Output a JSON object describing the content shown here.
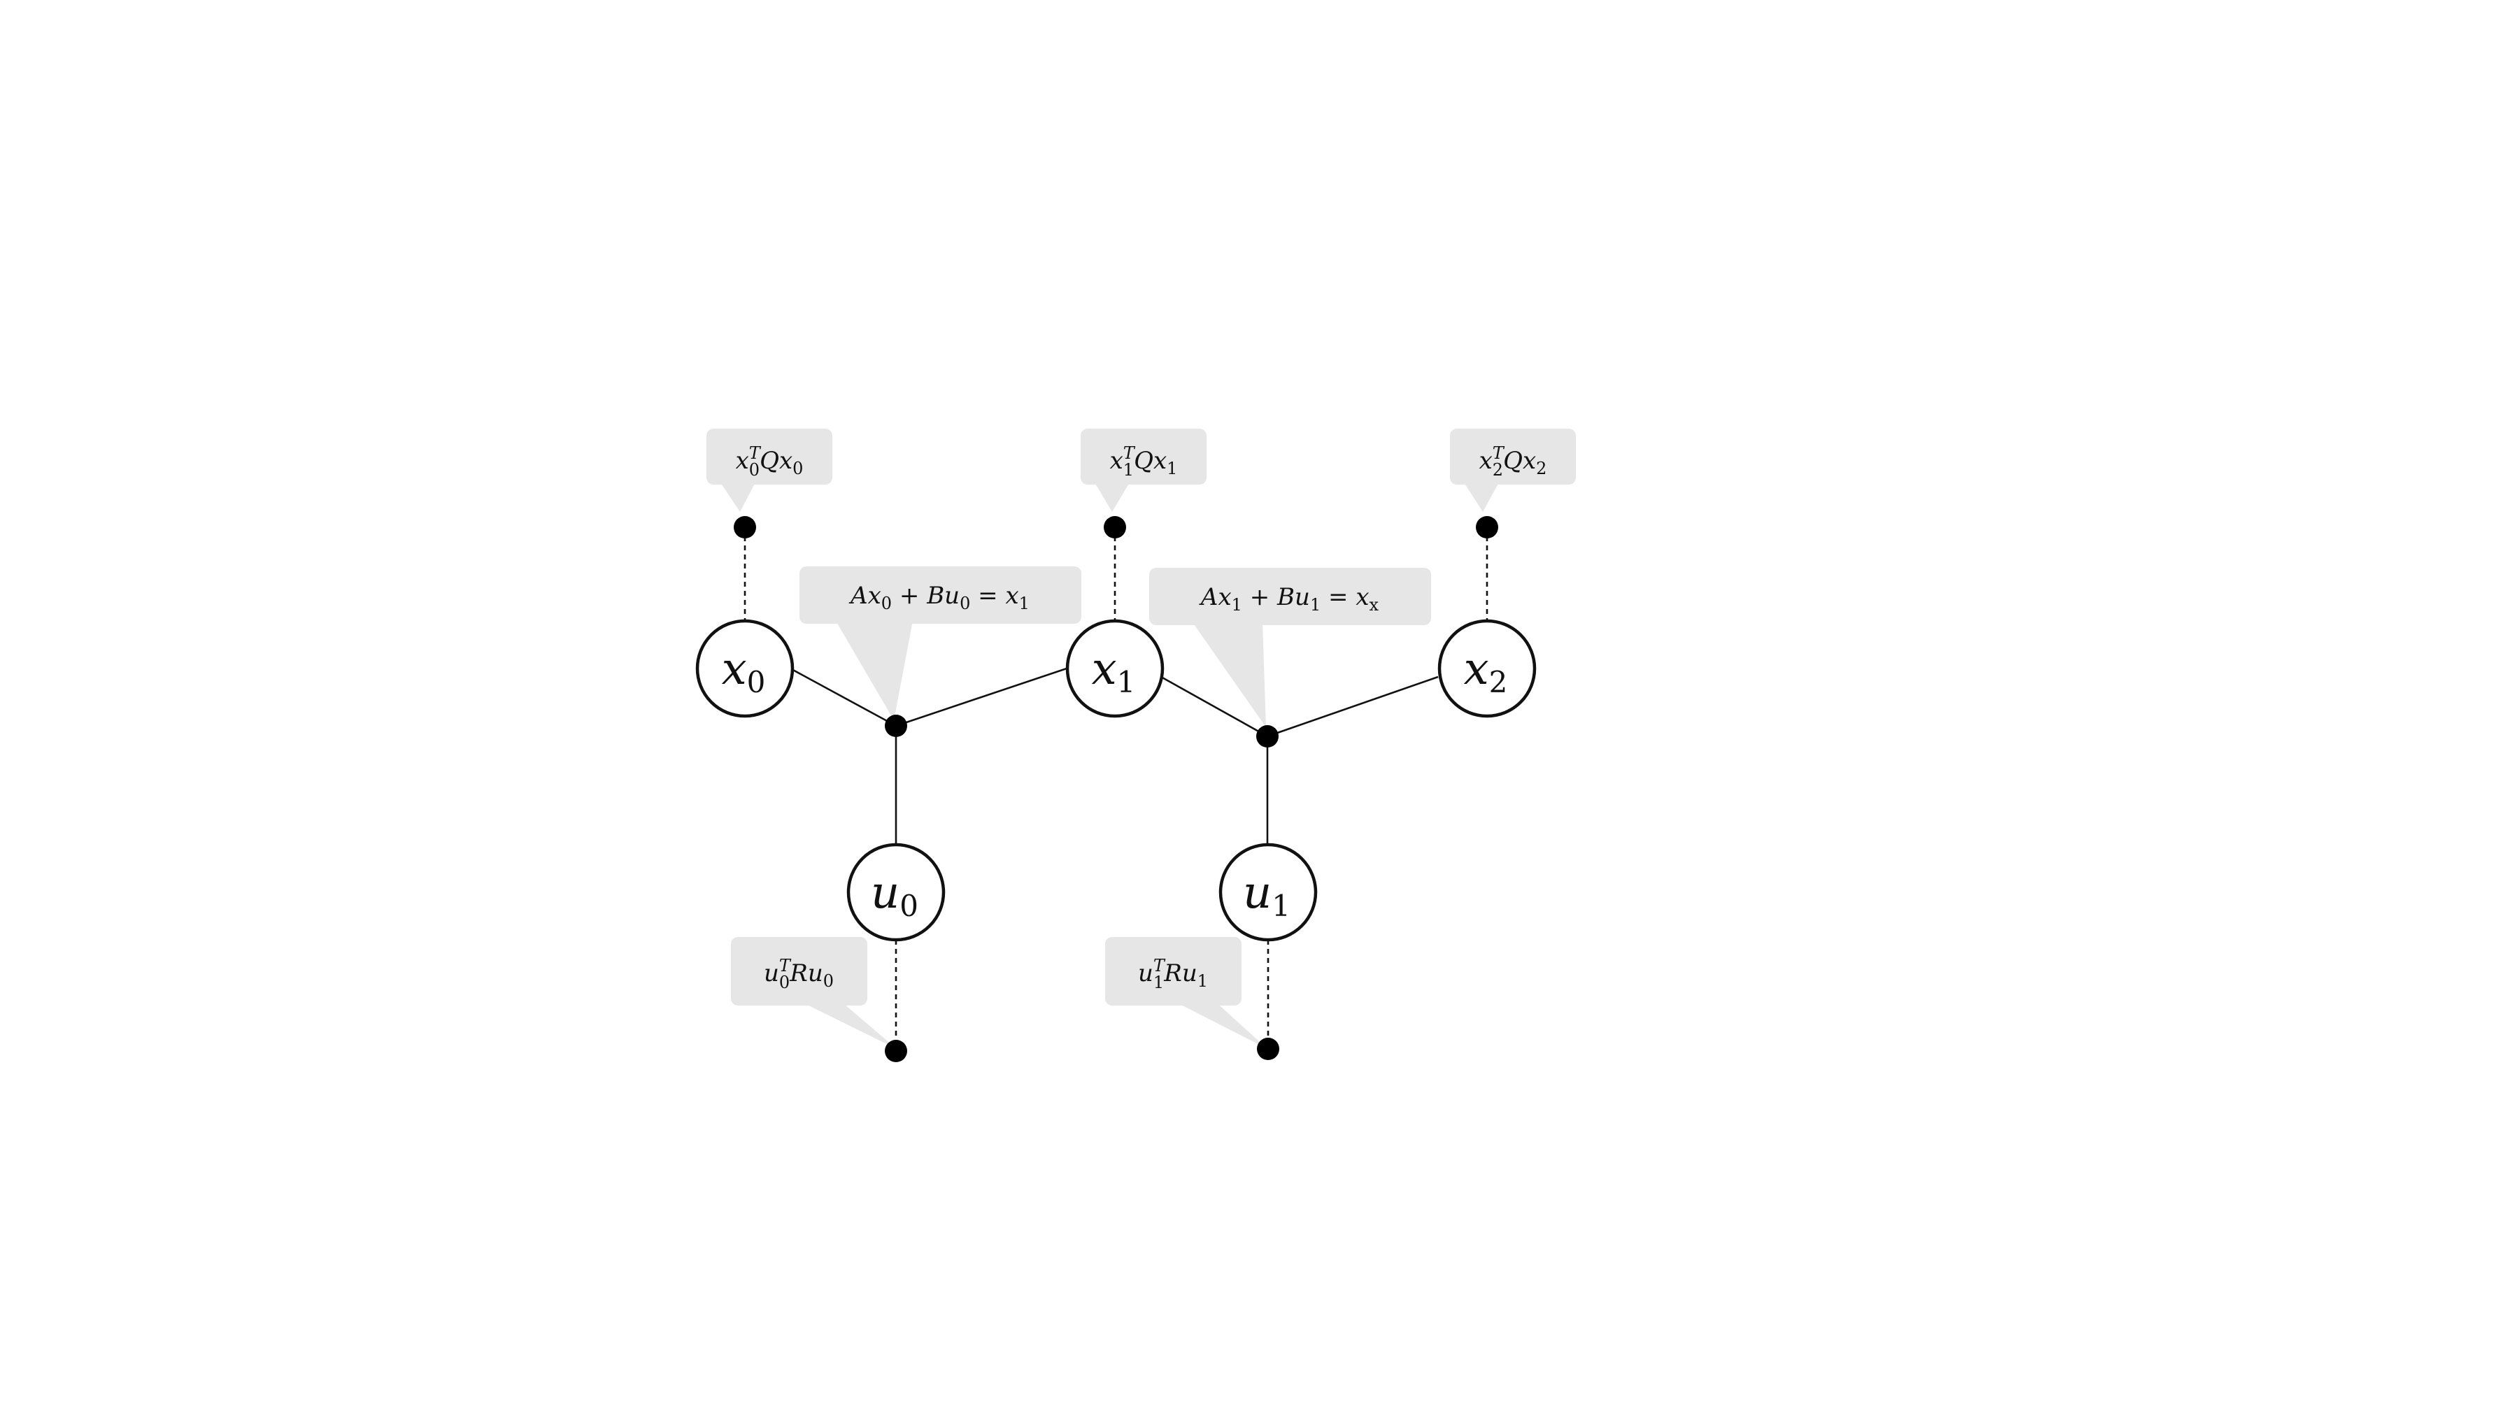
{
  "nodes": {
    "x0": {
      "base": "x",
      "sub": "0"
    },
    "x1": {
      "base": "x",
      "sub": "1"
    },
    "x2": {
      "base": "x",
      "sub": "2"
    },
    "u0": {
      "base": "u",
      "sub": "0"
    },
    "u1": {
      "base": "u",
      "sub": "1"
    }
  },
  "cost_labels": {
    "x0": {
      "v1": "x",
      "s1": "0",
      "sup": "T",
      "mid": "Q",
      "v2": "x",
      "s2": "0"
    },
    "x1": {
      "v1": "x",
      "s1": "1",
      "sup": "T",
      "mid": "Q",
      "v2": "x",
      "s2": "1"
    },
    "x2": {
      "v1": "x",
      "s1": "2",
      "sup": "T",
      "mid": "Q",
      "v2": "x",
      "s2": "2"
    },
    "u0": {
      "v1": "u",
      "s1": "0",
      "sup": "T",
      "mid": "R",
      "v2": "u",
      "s2": "0"
    },
    "u1": {
      "v1": "u",
      "s1": "1",
      "sup": "T",
      "mid": "R",
      "v2": "u",
      "s2": "1"
    }
  },
  "dynamics_labels": {
    "f0": {
      "t1": "Ax",
      "s1": "0",
      "op1": " + ",
      "t2": "Bu",
      "s2": "0",
      "op2": " = ",
      "t3": "x",
      "s3": "1"
    },
    "f1": {
      "t1": "Ax",
      "s1": "1",
      "op1": " + ",
      "t2": "Bu",
      "s2": "1",
      "op2": " = ",
      "t3": "x",
      "s3": "x"
    }
  }
}
